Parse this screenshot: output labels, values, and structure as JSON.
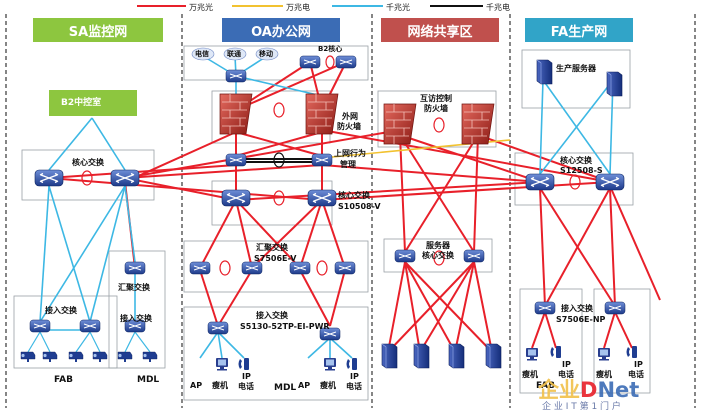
{
  "legend": {
    "wan_fiber": "万兆光",
    "wan_copper": "万兆电",
    "gig_fiber": "千兆光",
    "gig_copper": "千兆电"
  },
  "zones": {
    "sa": "SA监控网",
    "oa": "OA办公网",
    "share": "网络共享区",
    "fa": "FA生产网"
  },
  "sa": {
    "b2_control": "B2中控室",
    "core_switch": "核心交换",
    "agg_switch": "汇聚交换",
    "access_switch_left": "接入交换",
    "access_switch_right": "接入交换",
    "fab": "FAB",
    "mdl": "MDL"
  },
  "oa": {
    "isp1": "电信",
    "isp2": "联通",
    "isp3": "移动",
    "b2_core": "B2核心",
    "extranet_fw_l1": "外网",
    "extranet_fw_l2": "防火墙",
    "behavior_l1": "上网行为",
    "behavior_l2": "管理",
    "core_l1": "核心交换",
    "core_l2": "S10508-V",
    "agg_l1": "汇聚交换",
    "agg_l2": "S7506E-V",
    "access_l1": "接入交换",
    "access_l2": "S5130-52TP-EI-PWR",
    "ap1": "AP",
    "thin1": "瘦机",
    "ip1_l1": "IP",
    "ip1_l2": "电话",
    "mdl": "MDL",
    "ap2": "AP",
    "thin2": "瘦机",
    "ip2_l1": "IP",
    "ip2_l2": "电话"
  },
  "share": {
    "fw_l1": "互访控制",
    "fw_l2": "防火墙",
    "server_core_l1": "服务器",
    "server_core_l2": "核心交换"
  },
  "fa": {
    "prod_server": "生产服务器",
    "core_l1": "核心交换",
    "core_l2": "S12508-S",
    "access_l1": "接入交换",
    "access_l2": "S7506E-NP",
    "ip1_l1": "IP",
    "ip1_l2": "电话",
    "thin1": "瘦机",
    "fab": "FAB",
    "ip2_l1": "IP",
    "ip2_l2": "电话",
    "thin2": "瘦机"
  },
  "watermark": {
    "brand_a": "企业",
    "brand_b": "D",
    "brand_c": "Net",
    "slogan": "企 业 I T 第 1 门 户"
  },
  "colors": {
    "wan_fiber": "#e8202a",
    "wan_copper": "#f2c230",
    "gig_fiber": "#3db8e4",
    "gig_copper": "#111111",
    "sa_header": "#8dc63f",
    "oa_header": "#3b6cb5",
    "share_header": "#c0504d",
    "fa_header": "#31a4c8"
  }
}
